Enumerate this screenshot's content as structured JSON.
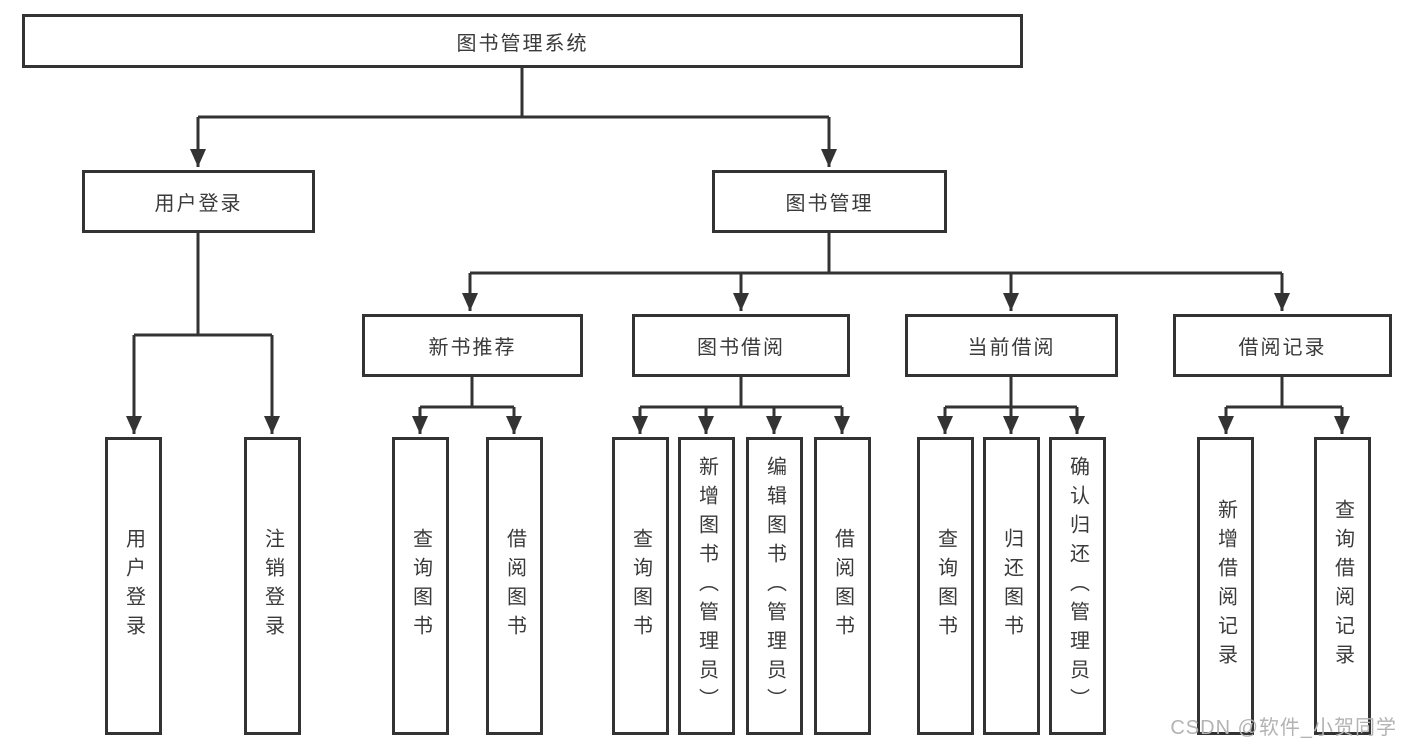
{
  "title": {
    "label": "图书管理系统"
  },
  "level2": {
    "user_login": {
      "label": "用户登录"
    },
    "book_management": {
      "label": "图书管理"
    }
  },
  "level3": {
    "new_book_recommend": {
      "label": "新书推荐"
    },
    "book_borrow": {
      "label": "图书借阅"
    },
    "current_borrow": {
      "label": "当前借阅"
    },
    "borrow_record": {
      "label": "借阅记录"
    }
  },
  "level4": {
    "user_login": [
      "用户登录",
      "注销登录"
    ],
    "new_book_recommend": [
      "查询图书",
      "借阅图书"
    ],
    "book_borrow": [
      "查询图书",
      "新增图书（管理员）",
      "编辑图书（管理员）",
      "借阅图书"
    ],
    "current_borrow": [
      "查询图书",
      "归还图书",
      "确认归还（管理员）"
    ],
    "borrow_record": [
      "新增借阅记录",
      "查询借阅记录"
    ]
  },
  "watermark": {
    "text": "CSDN @软件_小贺同学"
  },
  "colors": {
    "line": "#333333",
    "text": "#3a3a3a",
    "watermark": "#b3b3b3",
    "background": "#ffffff"
  }
}
